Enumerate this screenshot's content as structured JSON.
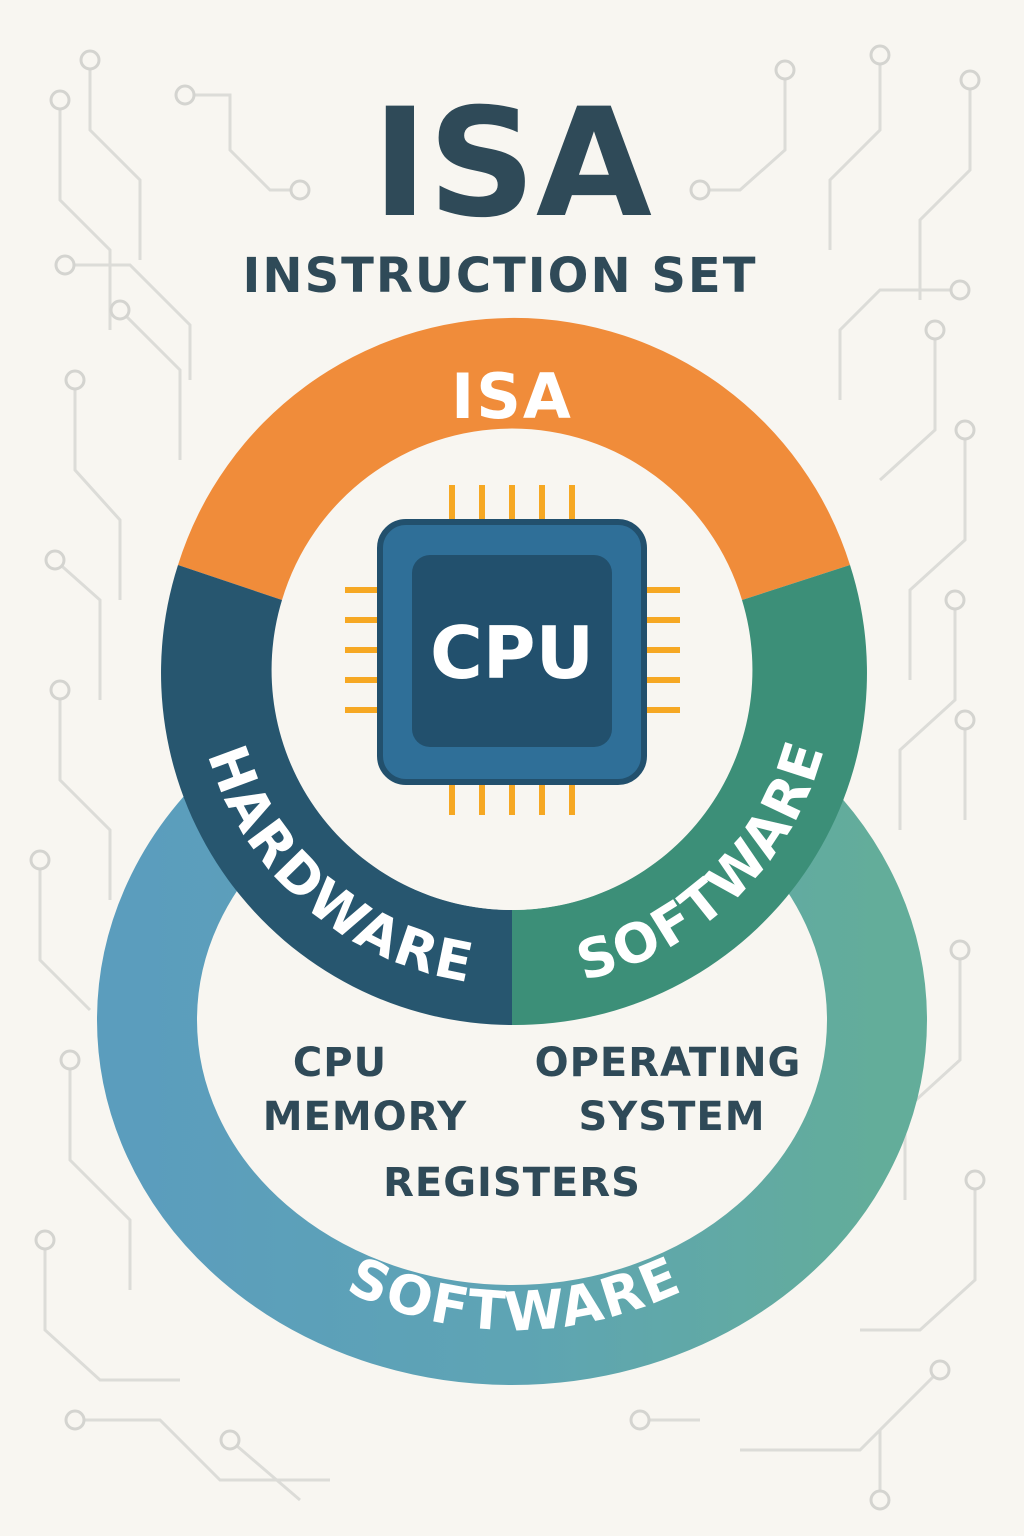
{
  "title": "ISA",
  "subtitle": "INSTRUCTION SET",
  "ring": {
    "top_label": "ISA",
    "left_label": "HARDWARE",
    "right_label": "SOFTWARE",
    "bottom_label": "SOFTWARE"
  },
  "chip": {
    "label": "CPU"
  },
  "inner_items": {
    "left_line1": "CPU",
    "left_line2": "MEMORY",
    "right_line1": "OPERATING",
    "right_line2": "SYSTEM",
    "center": "REGISTERS"
  },
  "colors": {
    "background": "#f8f6f1",
    "text_dark": "#2f4a58",
    "isa_orange": "#f08c3a",
    "hardware_navy": "#27566f",
    "software_green": "#3c8f78",
    "outer_blue": "#5b9dbd",
    "outer_teal": "#63ad9a",
    "chip_blue": "#2f6f98",
    "pin_yellow": "#f6a823"
  }
}
